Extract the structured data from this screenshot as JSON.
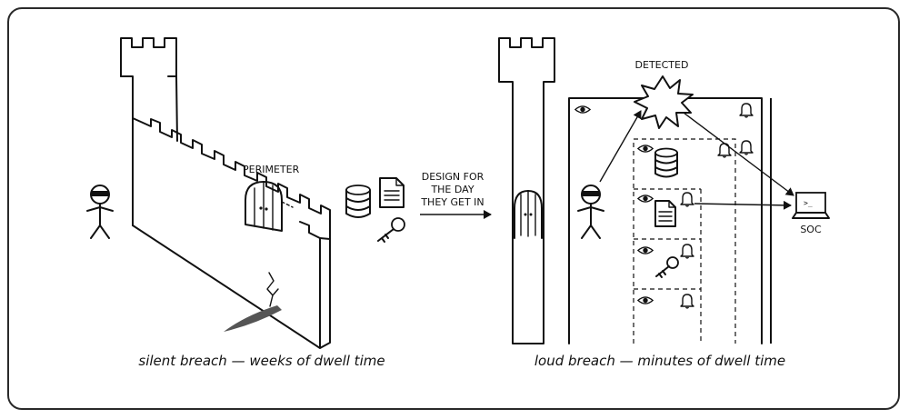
{
  "left_panel": {
    "perimeter_label": "PERIMETER",
    "caption": "silent breach — weeks of dwell time"
  },
  "middle": {
    "arrow_label_lines": [
      "DESIGN FOR",
      "THE DAY",
      "THEY GET IN"
    ]
  },
  "right_panel": {
    "detected_label": "DETECTED",
    "soc_label": "SOC",
    "soc_screen_text": ">_",
    "caption": "loud breach — minutes of dwell time"
  },
  "icons": [
    "intruder-icon",
    "database-icon",
    "document-icon",
    "key-icon",
    "eye-icon",
    "bell-icon",
    "laptop-icon",
    "castle-tower-icon",
    "arched-door-icon"
  ]
}
